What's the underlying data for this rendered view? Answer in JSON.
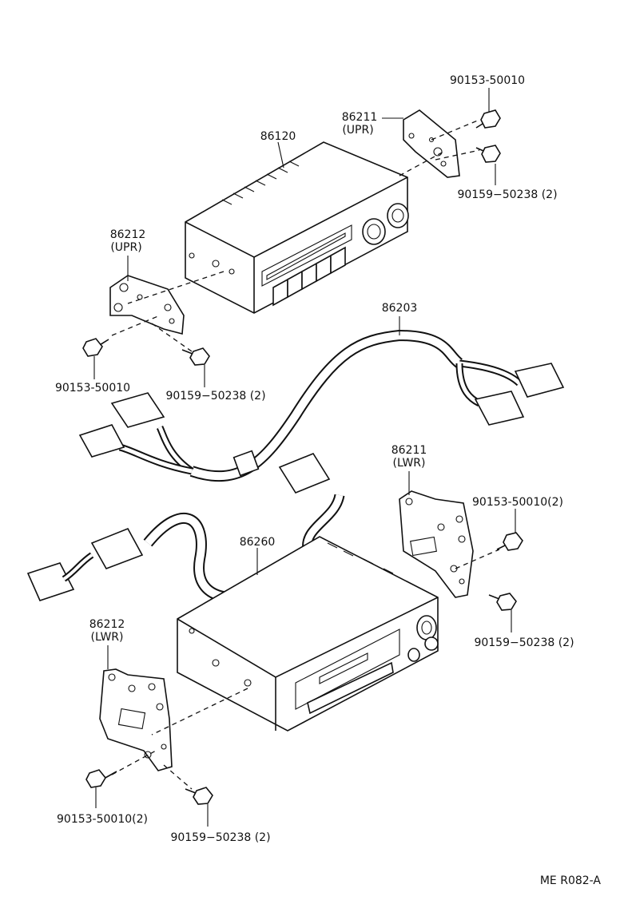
{
  "labels": {
    "p86120": "86120",
    "p86211_upr": "86211",
    "upr": "(UPR)",
    "p90153_top": "90153-50010",
    "p90159_top": "90159−50238 (2)",
    "p86212_upr": "86212",
    "p90153_upr": "90153-50010",
    "p90159_upr": "90159−50238 (2)",
    "p86203": "86203",
    "p86211_lwr": "86211",
    "lwr": "(LWR)",
    "p90153_lwr_right": "90153-50010(2)",
    "p90159_lwr_right": "90159−50238 (2)",
    "p86260": "86260",
    "p86212_lwr": "86212",
    "p90153_lwr_left": "90153-50010(2)",
    "p90159_lwr_left": "90159−50238 (2)",
    "drawing_code": "ME  R082-A"
  }
}
